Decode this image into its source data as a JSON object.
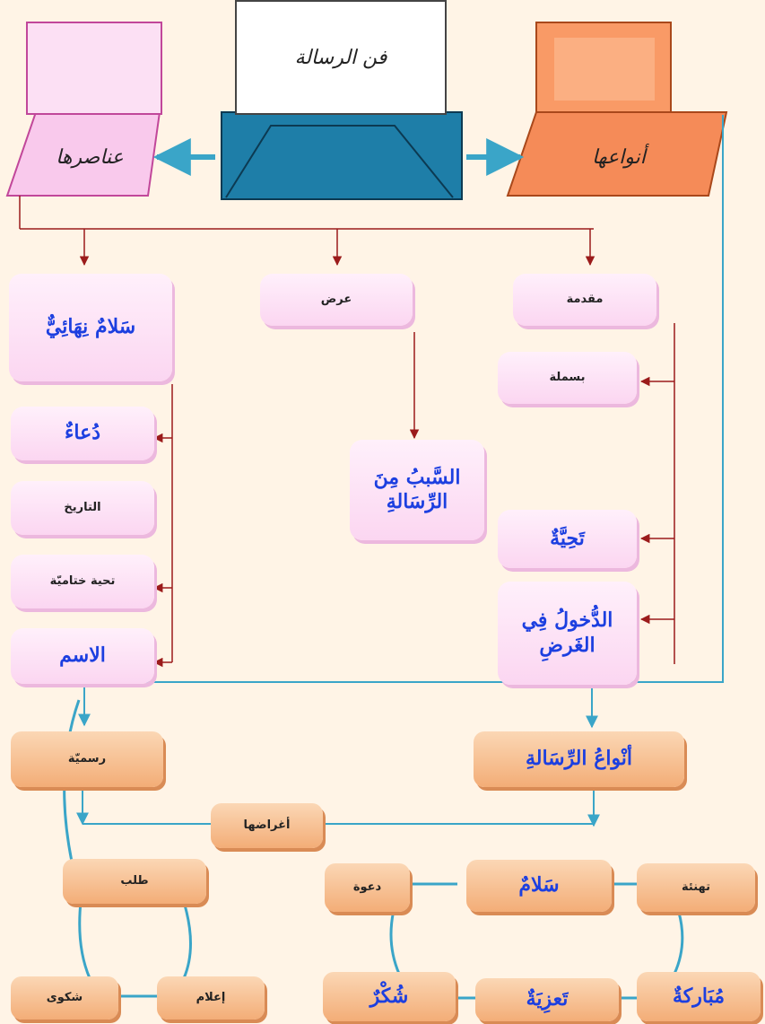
{
  "header": {
    "center_title": "فن الرسالة",
    "left_label": "عناصرها",
    "right_label": "أنواعها"
  },
  "elements": {
    "muqaddima": "مقدمة",
    "basmala": "بسملة",
    "tahiyya": "تَحِيَّةٌ",
    "dukhul": "الدُّخولُ فِي الغَرضِ",
    "ard": "عرض",
    "sabab": "السَّببُ مِنَ الرِّسَالةِ",
    "salam_nihai": "سَلامٌ نِهَائِيٌّ",
    "dua": "دُعاءٌ",
    "tarikh": "التاريخ",
    "tahiyya_khitamiya": "تحية ختاميّة",
    "ism": "الاسم"
  },
  "types": {
    "rasmiya": "رسميّة",
    "anwa": "أنْواعُ الرِّسَالةِ",
    "aghrad": "أغراضها",
    "talab": "طلب",
    "shakwa": "شكوى",
    "ilam": "إعلام",
    "salam": "سَلامٌ",
    "dawa": "دعوة",
    "tahnia": "تهنئة",
    "shukr": "شُكْرٌ",
    "taziya": "تَعزِيَةٌ",
    "mubaraka": "مُبَاركةٌ"
  },
  "colors": {
    "element_fill": "#fbd6f1",
    "type_fill": "#f3ad77",
    "arrow_red": "#9b1b1b",
    "line_blue": "#3aa5c8",
    "text_blue": "#1c3fe0",
    "mailbox_blue": "#1e7ea8"
  }
}
